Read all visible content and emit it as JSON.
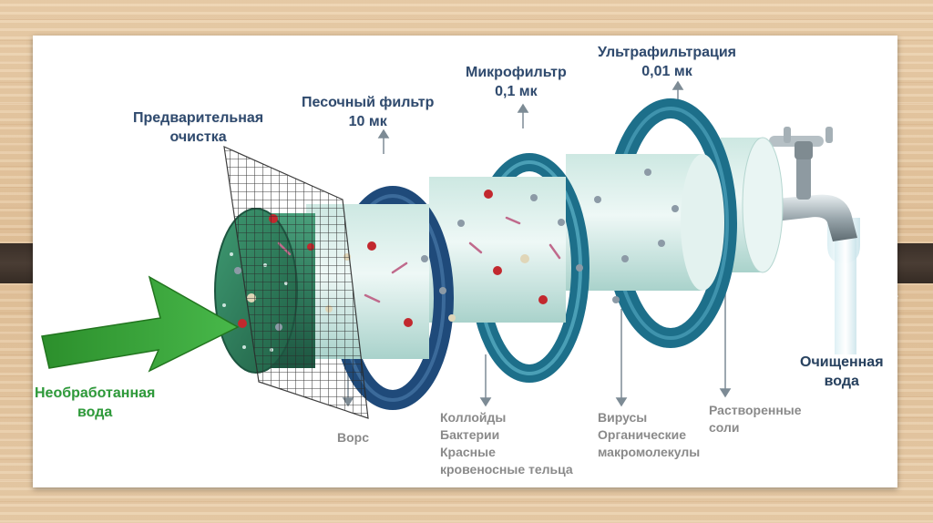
{
  "labels": {
    "prefilter": [
      "Предварительная",
      "очистка"
    ],
    "sand": [
      "Песочный фильтр",
      "10 мк"
    ],
    "micro": [
      "Микрофильтр",
      "0,1 мк"
    ],
    "ultra": [
      "Ультрафильтрация",
      "0,01 мк"
    ],
    "untreated": [
      "Необработанная",
      "вода"
    ],
    "purified": [
      "Очищенная",
      "вода"
    ],
    "lint": [
      "Ворс"
    ],
    "colloids": [
      "Коллойды",
      "Бактерии",
      "Красные",
      "кровеносные тельца"
    ],
    "viruses": [
      "Вирусы",
      "Органические",
      "макромолекулы"
    ],
    "salts": [
      "Растворенные",
      "соли"
    ]
  },
  "nav": {
    "prev": "‹",
    "next": "›"
  },
  "colors": {
    "untreated_arrow": "#2f9a32",
    "heading_text": "#2f4a6e",
    "ring_dark": "#1f4a7a",
    "ring_teal": "#1d6f8a",
    "tube_light": "#dff1ee",
    "tube_green": "#2f7a5c",
    "particle_red": "#c2282e",
    "annotation_gray": "#8a8a8a"
  }
}
